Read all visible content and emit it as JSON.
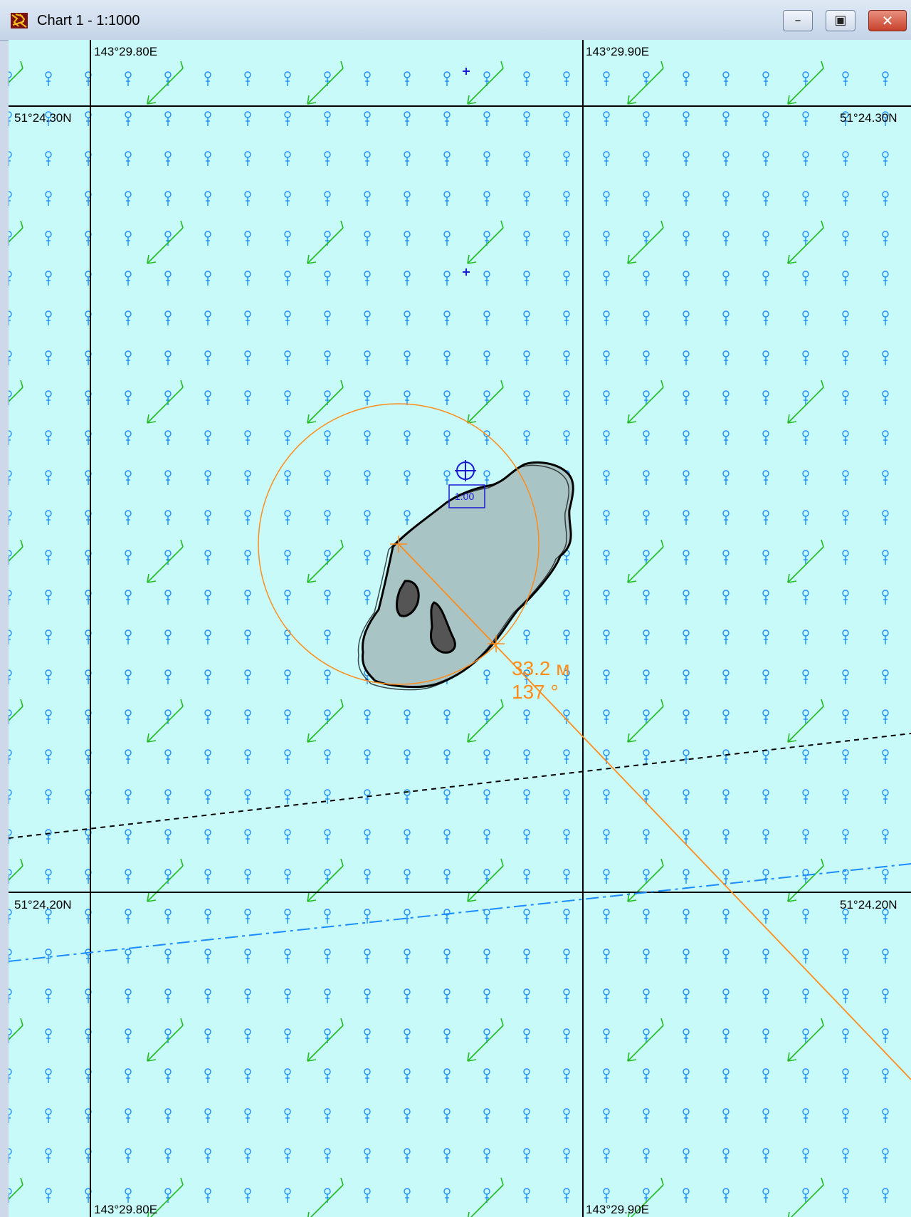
{
  "window": {
    "title": "Chart 1 - 1:1000",
    "icons": {
      "app": "chart-app-icon",
      "minimize": "minimize-icon",
      "maximize": "maximize-icon",
      "close": "close-icon"
    }
  },
  "chart": {
    "lon_labels": [
      "143°29.80E",
      "143°29.90E"
    ],
    "lat_labels": [
      "51°24.30N",
      "51°24.20N"
    ],
    "measurement": {
      "distance": "33.2 м",
      "bearing": "137 °"
    },
    "safety_contour_label": "1:00",
    "colors": {
      "sea": "#c8fafa",
      "grid": "#000000",
      "anchor_symbol": "#1a8cff",
      "current_arrow": "#22bb22",
      "land": "#8fb0b0",
      "measure": "#ff8c1a",
      "cursor": "#1a1ad6"
    },
    "symbols": [
      "anchorage-icon",
      "current-arrow-icon",
      "crosshair-icon"
    ]
  }
}
